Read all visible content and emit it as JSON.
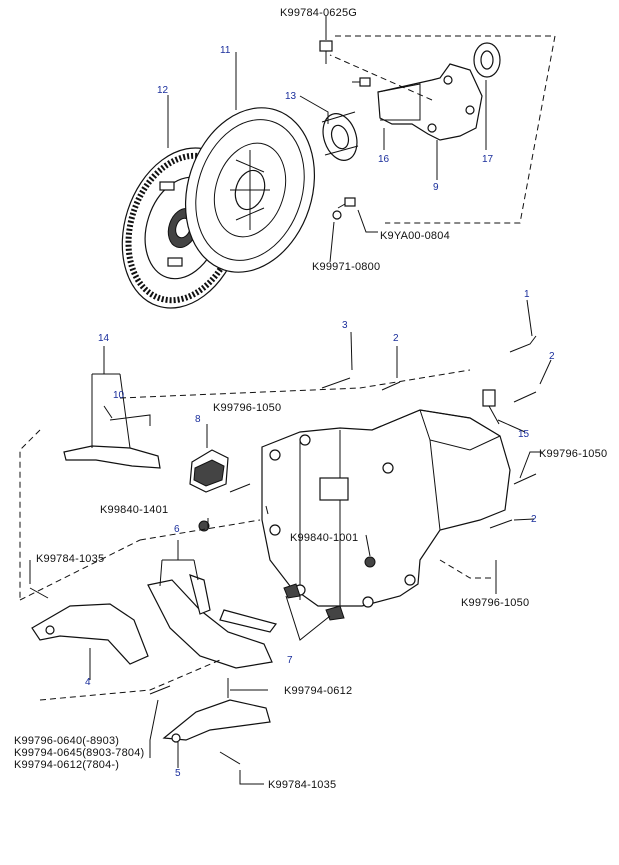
{
  "part_numbers": {
    "k99784_0625g": "K99784-0625G",
    "k9ya00_0804": "K9YA00-0804",
    "k99971_0800": "K99971-0800",
    "k99796_1050_a": "K99796-1050",
    "k99796_1050_b": "K99796-1050",
    "k99796_1050_c": "K99796-1050",
    "k99840_1401": "K99840-1401",
    "k99840_1001": "K99840-1001",
    "k99784_1035_a": "K99784-1035",
    "k99784_1035_b": "K99784-1035",
    "k99794_0612": "K99794-0612",
    "k99796_0640": "K99796-0640(-8903)",
    "k99794_0645": "K99794-0645(8903-7804)",
    "k99794_0612_range": "K99794-0612(7804-)"
  },
  "ref_numbers": {
    "r1": "1",
    "r2a": "2",
    "r2b": "2",
    "r2c": "2",
    "r3": "3",
    "r4": "4",
    "r5": "5",
    "r6": "6",
    "r7": "7",
    "r8": "8",
    "r9": "9",
    "r10": "10",
    "r11": "11",
    "r12": "12",
    "r13": "13",
    "r14": "14",
    "r15": "15",
    "r16": "16",
    "r17": "17"
  },
  "colors": {
    "line": "#111111",
    "ref_blue": "#1a2e9c",
    "background": "#ffffff"
  }
}
